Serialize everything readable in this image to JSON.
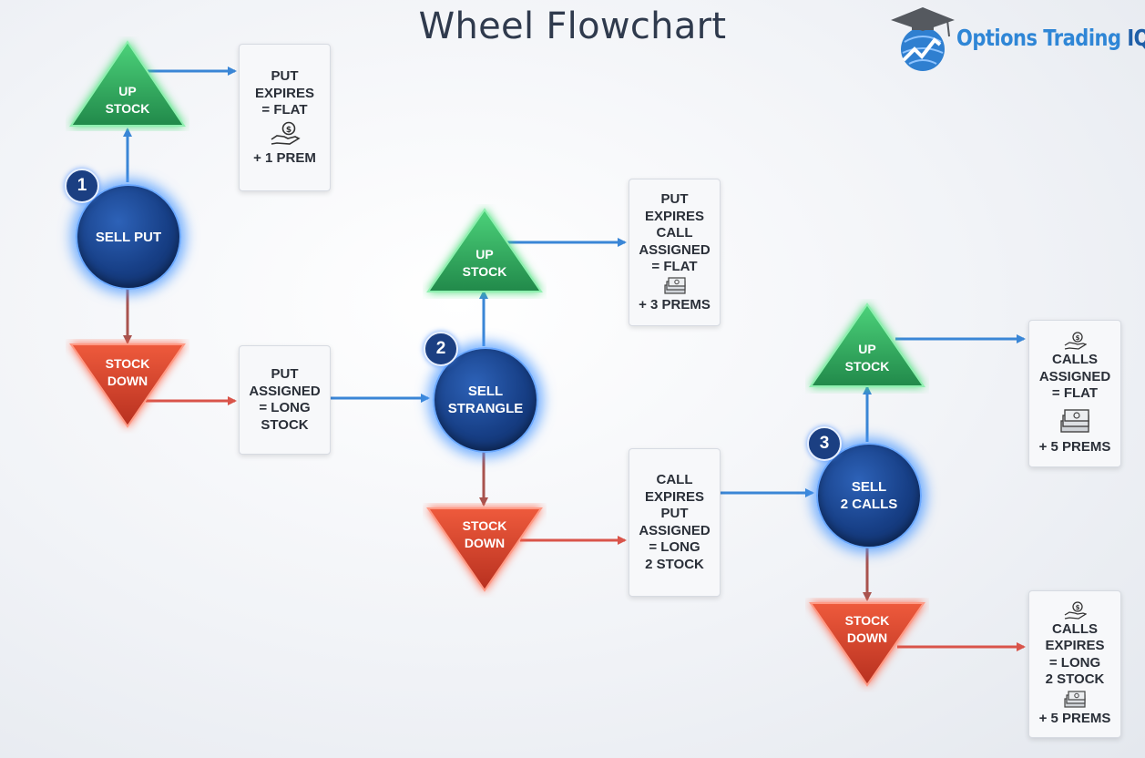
{
  "title": "Wheel Flowchart",
  "logo": {
    "brand": "Options Trading",
    "brand_suffix": "IQ",
    "icon": "graduation-cap-globe-icon"
  },
  "colors": {
    "arrow_blue": "#3a86d6",
    "arrow_red": "#d9544a",
    "tri_green": "#2fa85a",
    "tri_red": "#d8452f",
    "circle_blue": "#173f86"
  },
  "steps": [
    {
      "badge": "1",
      "label": [
        "SELL PUT"
      ]
    },
    {
      "badge": "2",
      "label": [
        "SELL",
        "STRANGLE"
      ]
    },
    {
      "badge": "3",
      "label": [
        "SELL",
        "2 CALLS"
      ]
    }
  ],
  "up_label": [
    "UP",
    "STOCK"
  ],
  "down_label": [
    "STOCK",
    "DOWN"
  ],
  "outcomes": {
    "o1": {
      "lines": [
        "PUT",
        "EXPIRES",
        "= FLAT"
      ],
      "icon": "hand-coin-icon",
      "premium": "+ 1 PREM"
    },
    "o2": {
      "lines": [
        "PUT",
        "ASSIGNED",
        "= LONG",
        "STOCK"
      ]
    },
    "o3": {
      "lines": [
        "PUT",
        "EXPIRES",
        "CALL",
        "ASSIGNED",
        "= FLAT"
      ],
      "icon": "cash-stack-icon",
      "premium": "+ 3 PREMS"
    },
    "o4": {
      "lines": [
        "CALL",
        "EXPIRES",
        "PUT",
        "ASSIGNED",
        "= LONG",
        "2 STOCK"
      ]
    },
    "o5": {
      "lines": [
        "CALLS",
        "ASSIGNED",
        "= FLAT"
      ],
      "icon": "cash-stack-icon",
      "top_icon": "hand-coin-icon",
      "premium": "+ 5 PREMS"
    },
    "o6": {
      "lines": [
        "CALLS",
        "EXPIRES",
        "= LONG",
        "2 STOCK"
      ],
      "icon": "cash-stack-icon",
      "top_icon": "hand-coin-icon",
      "premium": "+ 5 PREMS"
    }
  }
}
